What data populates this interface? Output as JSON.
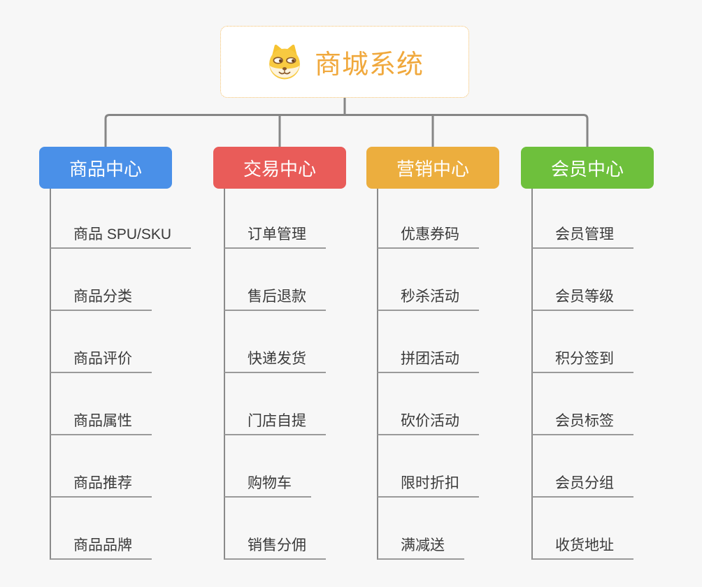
{
  "root": {
    "title": "商城系统",
    "icon": "dog-face-icon"
  },
  "branches": [
    {
      "label": "商品中心",
      "color": "#4a90e8",
      "children": [
        "商品 SPU/SKU",
        "商品分类",
        "商品评价",
        "商品属性",
        "商品推荐",
        "商品品牌"
      ]
    },
    {
      "label": "交易中心",
      "color": "#e95c59",
      "children": [
        "订单管理",
        "售后退款",
        "快递发货",
        "门店自提",
        "购物车",
        "销售分佣"
      ]
    },
    {
      "label": "营销中心",
      "color": "#ecae3e",
      "children": [
        "优惠券码",
        "秒杀活动",
        "拼团活动",
        "砍价活动",
        "限时折扣",
        "满减送"
      ]
    },
    {
      "label": "会员中心",
      "color": "#6ec03c",
      "children": [
        "会员管理",
        "会员等级",
        "积分签到",
        "会员标签",
        "会员分组",
        "收货地址"
      ]
    }
  ],
  "colors": {
    "background": "#f7f7f7",
    "connector": "#868686",
    "leaf_underline": "#9a9a9a",
    "leaf_text": "#3a3a3a",
    "root_border": "#f4be66",
    "root_text": "#f0a83c"
  }
}
